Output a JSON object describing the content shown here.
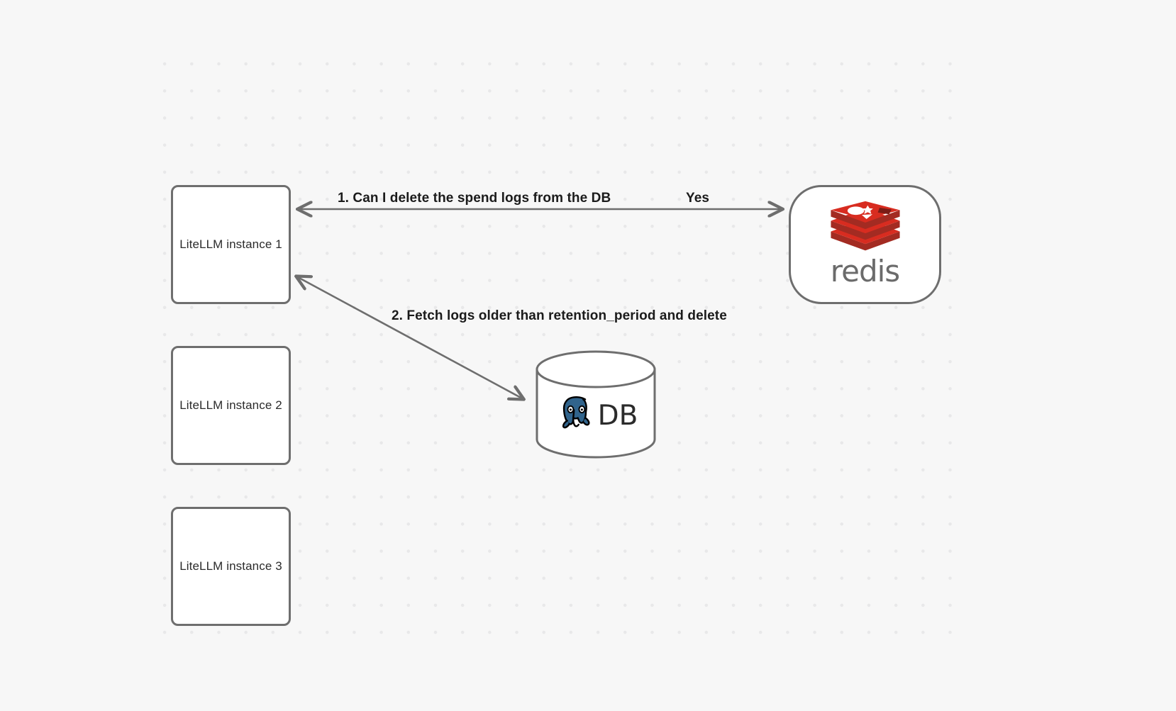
{
  "diagram": {
    "background_color": "#f7f7f7",
    "grid_dot_color": "#e8e8e9",
    "node_border_color": "#6e6e6e",
    "edge_color": "#6e6e6e",
    "nodes": [
      {
        "id": "litellm-1",
        "label": "LiteLLM instance 1",
        "shape": "rounded-rect"
      },
      {
        "id": "litellm-2",
        "label": "LiteLLM instance 2",
        "shape": "rounded-rect"
      },
      {
        "id": "litellm-3",
        "label": "LiteLLM instance 3",
        "shape": "rounded-rect"
      },
      {
        "id": "redis",
        "label": "redis",
        "shape": "stadium",
        "logo": "redis-logo-icon",
        "accent_color": "#d82c20"
      },
      {
        "id": "db",
        "label": "DB",
        "shape": "cylinder",
        "logo": "postgresql-elephant-icon",
        "accent_color": "#31648c"
      }
    ],
    "edges": [
      {
        "id": "edge-1",
        "from": "litellm-1",
        "to": "redis",
        "label": "1.  Can I delete the spend logs from the DB",
        "direction": "bidirectional"
      },
      {
        "id": "edge-yes",
        "from": "redis",
        "to": "litellm-1",
        "label": "Yes"
      },
      {
        "id": "edge-2",
        "from": "litellm-1",
        "to": "db",
        "label": "2.  Fetch logs older than retention_period and delete",
        "direction": "bidirectional"
      }
    ]
  }
}
